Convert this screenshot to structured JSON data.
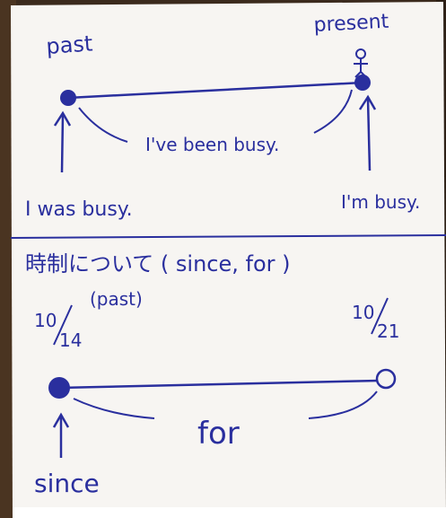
{
  "colors": {
    "ink": "#2a2f9e",
    "paper": "#f7f5f2",
    "table": "#3b2a1d"
  },
  "top": {
    "past": "past",
    "present": "present",
    "ive_been_busy": "I've been busy.",
    "i_was_busy": "I was busy.",
    "im_busy": "I'm busy."
  },
  "bottom": {
    "heading": "時制について ( since, for )",
    "past_paren": "(past)",
    "date_start_top": "10",
    "date_start_bottom": "14",
    "date_end_top": "10",
    "date_end_bottom": "21",
    "for": "for",
    "since": "since"
  }
}
